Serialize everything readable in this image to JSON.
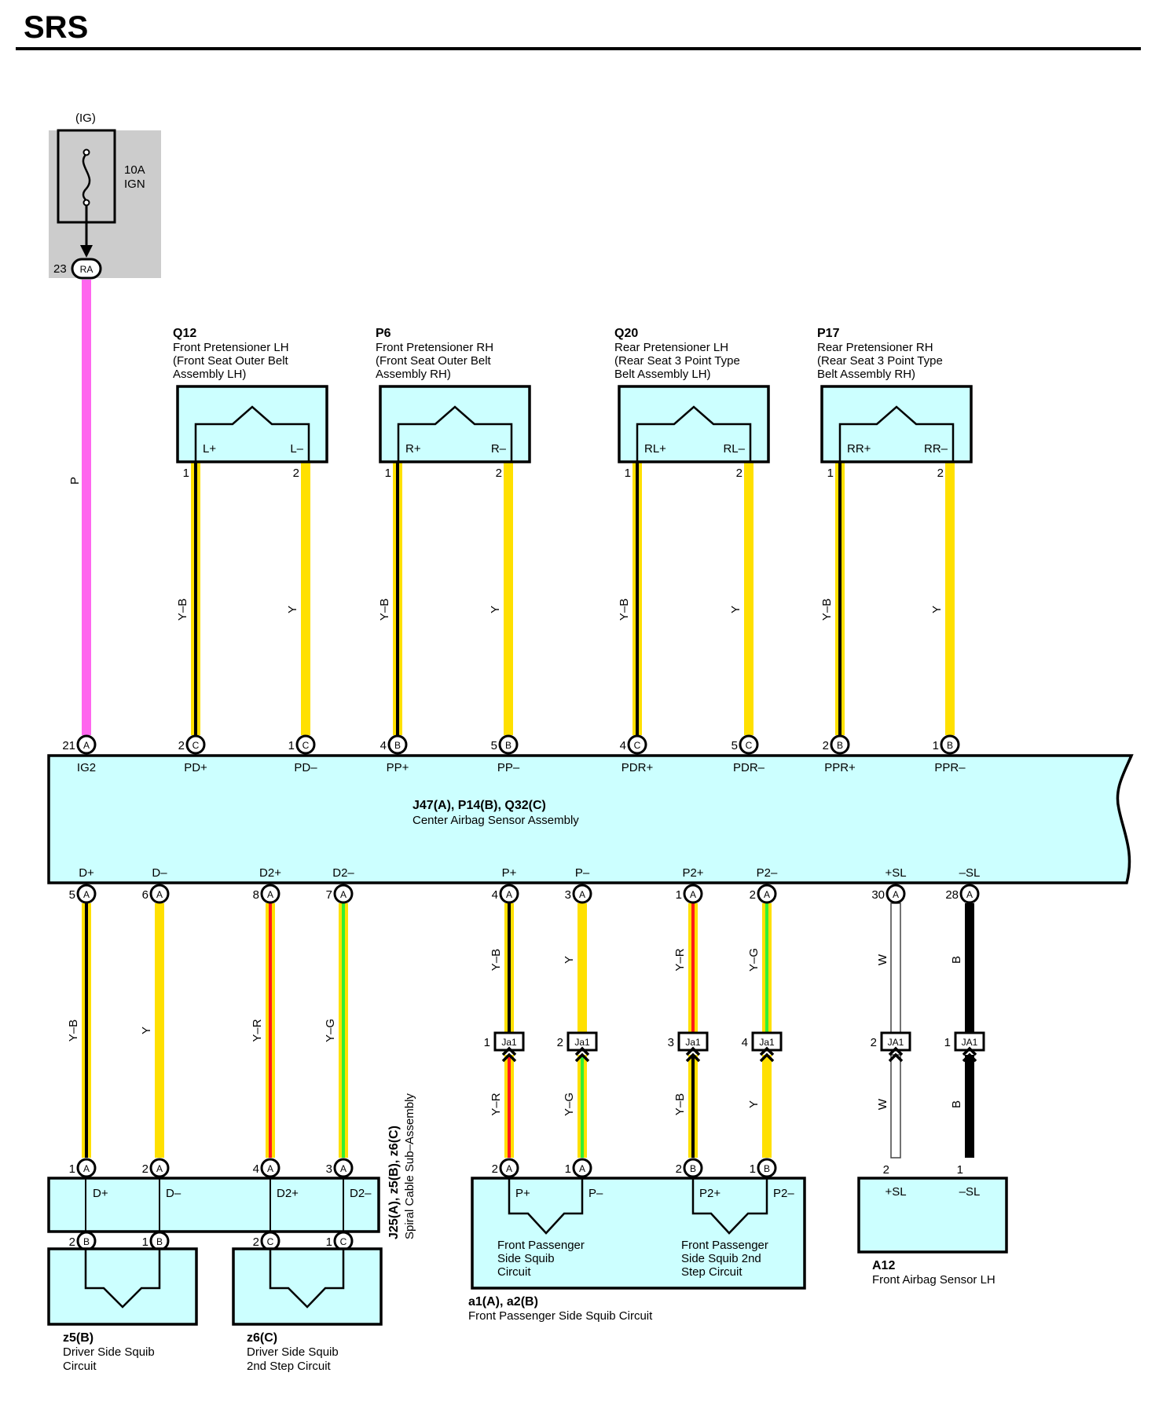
{
  "page_title": "SRS",
  "colors": {
    "P": "#ff66ee",
    "Y": "#ffe000",
    "B": "#000000",
    "R": "#ff1a1a",
    "G": "#33ee33",
    "W": "#ffffff",
    "box_fill": "#ccffff",
    "fuse_bg": "#cccccc"
  },
  "fuse": {
    "source": "(IG)",
    "rating": "10A",
    "name": "IGN",
    "pin": "23",
    "connector": "RA",
    "wire": "P"
  },
  "pretensioners": [
    {
      "id": "Q12",
      "line1": "Front Pretensioner LH",
      "line2": "(Front Seat Outer Belt",
      "line3": " Assembly LH)",
      "term_a": "L+",
      "term_b": "L–",
      "pin_a": "1",
      "pin_b": "2",
      "wire_a": "Y–B",
      "wire_b": "Y"
    },
    {
      "id": "P6",
      "line1": "Front Pretensioner RH",
      "line2": "(Front Seat Outer Belt",
      "line3": " Assembly RH)",
      "term_a": "R+",
      "term_b": "R–",
      "pin_a": "1",
      "pin_b": "2",
      "wire_a": "Y–B",
      "wire_b": "Y"
    },
    {
      "id": "Q20",
      "line1": "Rear Pretensioner LH",
      "line2": "(Rear Seat 3 Point Type",
      "line3": " Belt Assembly LH)",
      "term_a": "RL+",
      "term_b": "RL–",
      "pin_a": "1",
      "pin_b": "2",
      "wire_a": "Y–B",
      "wire_b": "Y"
    },
    {
      "id": "P17",
      "line1": "Rear Pretensioner RH",
      "line2": "(Rear Seat 3 Point Type",
      "line3": " Belt Assembly RH)",
      "term_a": "RR+",
      "term_b": "RR–",
      "pin_a": "1",
      "pin_b": "2",
      "wire_a": "Y–B",
      "wire_b": "Y"
    }
  ],
  "center": {
    "id": "J47(A), P14(B), Q32(C)",
    "name": "Center Airbag Sensor Assembly",
    "top_pins": [
      {
        "num": "21",
        "conn": "A",
        "label": "IG2"
      },
      {
        "num": "2",
        "conn": "C",
        "label": "PD+"
      },
      {
        "num": "1",
        "conn": "C",
        "label": "PD–"
      },
      {
        "num": "4",
        "conn": "B",
        "label": "PP+"
      },
      {
        "num": "5",
        "conn": "B",
        "label": "PP–"
      },
      {
        "num": "4",
        "conn": "C",
        "label": "PDR+"
      },
      {
        "num": "5",
        "conn": "C",
        "label": "PDR–"
      },
      {
        "num": "2",
        "conn": "B",
        "label": "PPR+"
      },
      {
        "num": "1",
        "conn": "B",
        "label": "PPR–"
      }
    ],
    "bottom_pins": [
      {
        "num": "5",
        "conn": "A",
        "label": "D+"
      },
      {
        "num": "6",
        "conn": "A",
        "label": "D–"
      },
      {
        "num": "8",
        "conn": "A",
        "label": "D2+"
      },
      {
        "num": "7",
        "conn": "A",
        "label": "D2–"
      },
      {
        "num": "4",
        "conn": "A",
        "label": "P+"
      },
      {
        "num": "3",
        "conn": "A",
        "label": "P–"
      },
      {
        "num": "1",
        "conn": "A",
        "label": "P2+"
      },
      {
        "num": "2",
        "conn": "A",
        "label": "P2–"
      },
      {
        "num": "30",
        "conn": "A",
        "label": "+SL"
      },
      {
        "num": "28",
        "conn": "A",
        "label": "–SL"
      }
    ]
  },
  "driver_wires": [
    "Y–B",
    "Y",
    "Y–R",
    "Y–G"
  ],
  "spiral": {
    "id": "J25(A), z5(B), z6(C)",
    "name": "Spiral Cable Sub–Assembly",
    "top_pins": [
      {
        "num": "1",
        "conn": "A",
        "label": "D+"
      },
      {
        "num": "2",
        "conn": "A",
        "label": "D–"
      },
      {
        "num": "4",
        "conn": "A",
        "label": "D2+"
      },
      {
        "num": "3",
        "conn": "A",
        "label": "D2–"
      }
    ],
    "bottom_pins": [
      {
        "num": "2",
        "conn": "B"
      },
      {
        "num": "1",
        "conn": "B"
      },
      {
        "num": "2",
        "conn": "C"
      },
      {
        "num": "1",
        "conn": "C"
      }
    ]
  },
  "z5": {
    "id": "z5(B)",
    "line1": "Driver Side Squib",
    "line2": "Circuit"
  },
  "z6": {
    "id": "z6(C)",
    "line1": "Driver Side Squib",
    "line2": "2nd Step Circuit"
  },
  "junction": {
    "upper_wires": [
      "Y–B",
      "Y",
      "Y–R",
      "Y–G",
      "W",
      "B"
    ],
    "lower_wires": [
      "Y–R",
      "Y–G",
      "Y–B",
      "Y",
      "W",
      "B"
    ],
    "connectors": [
      {
        "num": "1",
        "label": "Ja1"
      },
      {
        "num": "2",
        "label": "Ja1"
      },
      {
        "num": "3",
        "label": "Ja1"
      },
      {
        "num": "4",
        "label": "Ja1"
      },
      {
        "num": "2",
        "label": "JA1"
      },
      {
        "num": "1",
        "label": "JA1"
      }
    ]
  },
  "passenger": {
    "id": "a1(A), a2(B)",
    "name": "Front Passenger Side Squib Circuit",
    "pins": [
      {
        "num": "2",
        "conn": "A",
        "label": "P+"
      },
      {
        "num": "1",
        "conn": "A",
        "label": "P–"
      },
      {
        "num": "2",
        "conn": "B",
        "label": "P2+"
      },
      {
        "num": "1",
        "conn": "B",
        "label": "P2–"
      }
    ],
    "squib1": {
      "line1": "Front Passenger",
      "line2": "Side Squib",
      "line3": "Circuit"
    },
    "squib2": {
      "line1": "Front Passenger",
      "line2": "Side Squib 2nd",
      "line3": "Step Circuit"
    }
  },
  "a12": {
    "id": "A12",
    "name": "Front Airbag Sensor LH",
    "pins": [
      {
        "num": "2",
        "label": "+SL"
      },
      {
        "num": "1",
        "label": "–SL"
      }
    ]
  }
}
